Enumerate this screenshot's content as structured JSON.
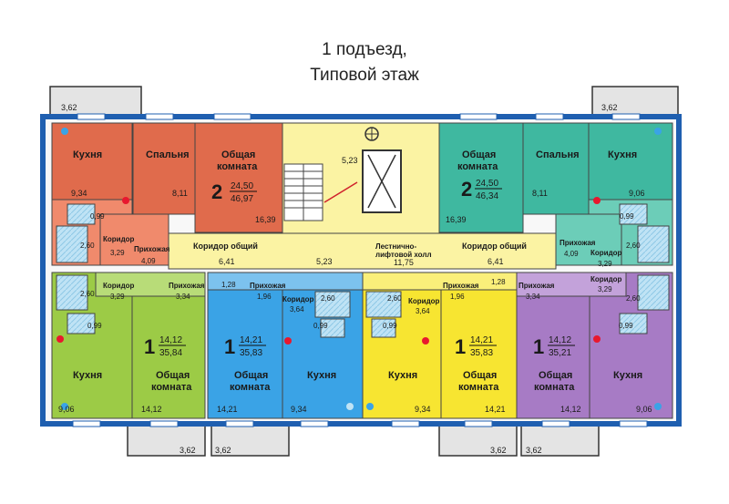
{
  "title": {
    "line1": "1 подъезд,",
    "line2": "Типовой этаж"
  },
  "colors": {
    "orange": "#e06b4c",
    "green": "#3fb8a0",
    "lime": "#9ccb46",
    "blue": "#3aa3e6",
    "yellow": "#f7e531",
    "purple": "#a77bc5",
    "core": "#fbf3a3",
    "wall": "#1f5fb0",
    "balcony": "#e4e4e4",
    "socket": "#e8182e"
  },
  "balconies": {
    "area": "3,62"
  },
  "core": {
    "stair_area": "5,23",
    "corridor_left_label": "Коридор общий",
    "corridor_left_area": "6,41",
    "corridor_mid_area": "5,23",
    "hall_label_1": "Лестнично-",
    "hall_label_2": "лифтовой холл",
    "hall_area": "11,75",
    "corridor_right_label": "Коридор общий",
    "corridor_right_area": "6,41"
  },
  "apartments": {
    "a2_left": {
      "rooms": "2",
      "living_area": "24,50",
      "total_area": "46,97",
      "kitchen": "Кухня",
      "kitchen_area": "9,34",
      "bedroom": "Спальня",
      "bedroom_area": "8,11",
      "living_1": "Общая",
      "living_2": "комната",
      "living_room_area": "16,39",
      "bath_area": "2,60",
      "wc_area": "0,99",
      "corridor": "Коридор",
      "corridor_area": "3,29",
      "hall": "Прихожая",
      "hall_area": "4,09"
    },
    "a2_right": {
      "rooms": "2",
      "living_area": "24,50",
      "total_area": "46,34",
      "kitchen": "Кухня",
      "kitchen_area": "9,06",
      "bedroom": "Спальня",
      "bedroom_area": "8,11",
      "living_1": "Общая",
      "living_2": "комната",
      "living_room_area": "16,39",
      "bath_area": "2,60",
      "wc_area": "0,99",
      "corridor": "Коридор",
      "corridor_area": "3,29",
      "hall": "Прихожая",
      "hall_area": "4,09"
    },
    "a1_green": {
      "rooms": "1",
      "living_area": "14,12",
      "total_area": "35,84",
      "kitchen": "Кухня",
      "kitchen_area": "9,06",
      "living_1": "Общая",
      "living_2": "комната",
      "living_room_area": "14,12",
      "bath_area": "2,60",
      "wc_area": "0,99",
      "corridor": "Коридор",
      "corridor_area": "3,29",
      "hall": "Прихожая",
      "hall_area": "3,34"
    },
    "a1_blue": {
      "rooms": "1",
      "living_area": "14,21",
      "total_area": "35,83",
      "kitchen": "Кухня",
      "kitchen_area": "9,34",
      "living_1": "Общая",
      "living_2": "комната",
      "living_room_area": "14,21",
      "bath_area": "2,60",
      "wc_area": "0,99",
      "corridor": "Коридор",
      "corridor_area": "3,64",
      "hall": "Прихожая",
      "hall_area": "1,96",
      "hall_small_area": "1,28"
    },
    "a1_yellow": {
      "rooms": "1",
      "living_area": "14,21",
      "total_area": "35,83",
      "kitchen": "Кухня",
      "kitchen_area": "9,34",
      "living_1": "Общая",
      "living_2": "комната",
      "living_room_area": "14,21",
      "bath_area": "2,60",
      "wc_area": "0,99",
      "corridor": "Коридор",
      "corridor_area": "3,64",
      "hall": "Прихожая",
      "hall_area": "1,96",
      "hall_small_area": "1,28"
    },
    "a1_purple": {
      "rooms": "1",
      "living_area": "14,12",
      "total_area": "35,21",
      "kitchen": "Кухня",
      "kitchen_area": "9,06",
      "living_1": "Общая",
      "living_2": "комната",
      "living_room_area": "14,12",
      "bath_area": "2,60",
      "wc_area": "0,99",
      "corridor": "Коридор",
      "corridor_area": "3,29",
      "hall": "Прихожая",
      "hall_area": "3,34"
    }
  }
}
